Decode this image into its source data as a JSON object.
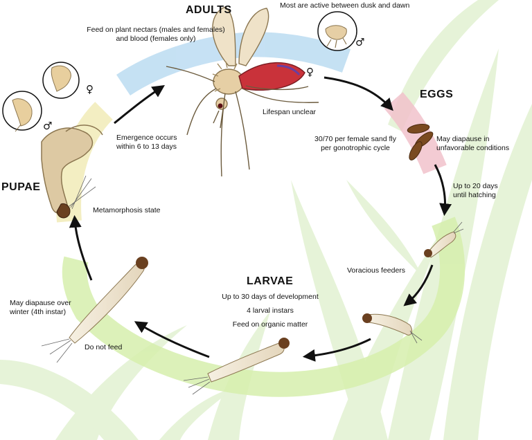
{
  "stages": {
    "adults": "ADULTS",
    "eggs": "EGGS",
    "larvae": "LARVAE",
    "pupae": "PUPAE"
  },
  "notes": {
    "adult_activity": "Most are active between dusk and dawn",
    "adult_feed_1": "Feed on plant nectars (males and females)",
    "adult_feed_2": "and blood (females only)",
    "adult_lifespan": "Lifespan unclear",
    "eggs_count_1": "30/70 per female sand fly",
    "eggs_count_2": "per gonotrophic cycle",
    "eggs_diapause_1": "May diapause in",
    "eggs_diapause_2": "unfavorable conditions",
    "eggs_hatch_1": "Up to 20 days",
    "eggs_hatch_2": "until hatching",
    "larvae_voracious": "Voracious feeders",
    "larvae_dev": "Up to 30 days of development",
    "larvae_instars": "4 larval instars",
    "larvae_feed": "Feed on organic matter",
    "larvae_diapause_1": "May diapause over",
    "larvae_diapause_2": "winter (4th instar)",
    "larvae_nofeed": "Do not feed",
    "pupae_meta": "Metamorphosis state",
    "pupae_emerge_1": "Emergence occurs",
    "pupae_emerge_2": "within 6 to 13 days"
  },
  "symbols": {
    "female": "♀",
    "male": "♂"
  },
  "colors": {
    "adults_band": "#bcdcf2",
    "eggs_band": "#f2c2cc",
    "larvae_band": "#d6efad",
    "pupae_band": "#f1ecb8",
    "grass": "#dcefc8",
    "arrow": "#111111"
  },
  "icons": [
    "mosquito-icon",
    "egg-icon",
    "larva-icon",
    "pupa-icon",
    "magnifier-circle-icon"
  ]
}
